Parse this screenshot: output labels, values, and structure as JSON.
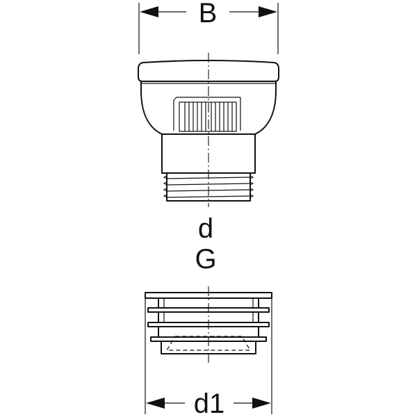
{
  "labels": {
    "width_top": "B",
    "diameter": "d",
    "thread": "G",
    "diameter_bottom": "d1"
  },
  "colors": {
    "line": "#111111",
    "background": "#ffffff"
  }
}
